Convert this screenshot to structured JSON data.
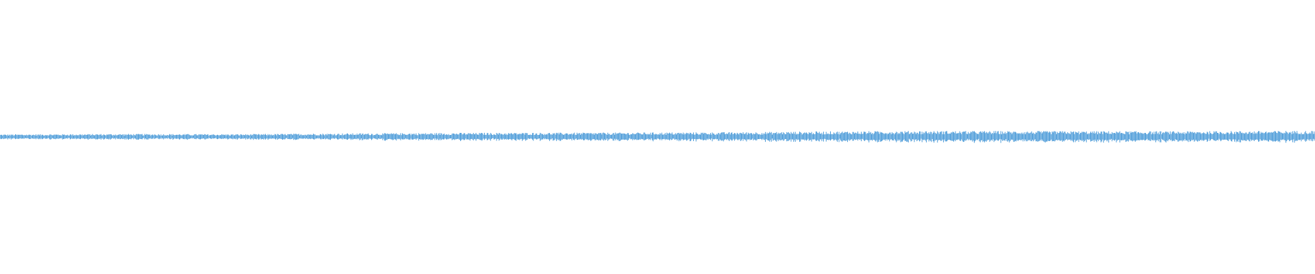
{
  "waveform": {
    "color": "#4a9ad8",
    "background": "#ffffff",
    "amplitude_envelope": [
      {
        "t": 0.0,
        "level": 0.28
      },
      {
        "t": 0.1,
        "level": 0.33
      },
      {
        "t": 0.18,
        "level": 0.3
      },
      {
        "t": 0.26,
        "level": 0.38
      },
      {
        "t": 0.35,
        "level": 0.44
      },
      {
        "t": 0.45,
        "level": 0.46
      },
      {
        "t": 0.55,
        "level": 0.5
      },
      {
        "t": 0.62,
        "level": 0.58
      },
      {
        "t": 0.7,
        "level": 0.64
      },
      {
        "t": 0.8,
        "level": 0.62
      },
      {
        "t": 0.9,
        "level": 0.6
      },
      {
        "t": 1.0,
        "level": 0.66
      }
    ]
  }
}
